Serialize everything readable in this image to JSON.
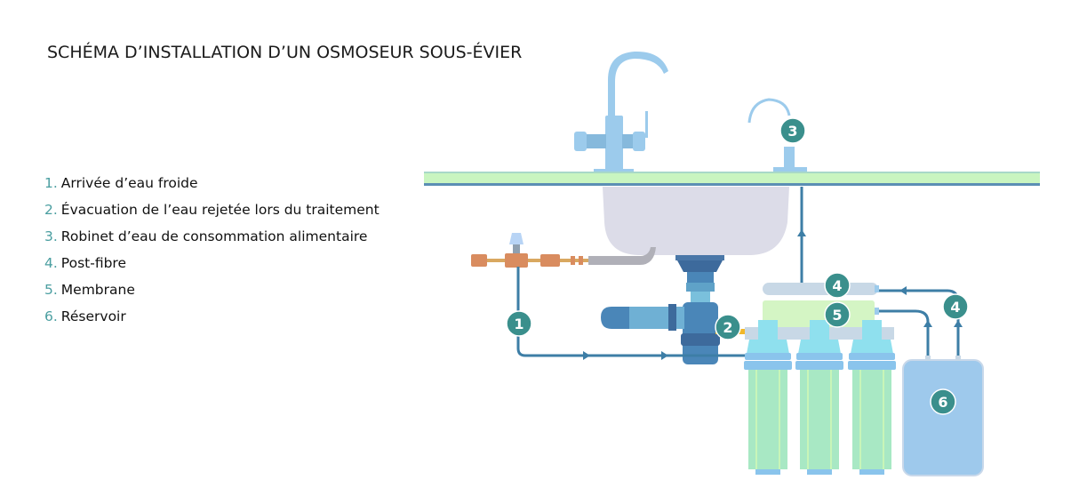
{
  "title": "SCHÉMA D’INSTALLATION D’UN OSMOSEUR SOUS-ÉVIER",
  "legend": [
    {
      "num": "1.",
      "label": "Arrivée d’eau froide"
    },
    {
      "num": "2.",
      "label": "Évacuation de l’eau rejetée lors du traitement"
    },
    {
      "num": "3.",
      "label": "Robinet d’eau de consommation alimentaire"
    },
    {
      "num": "4.",
      "label": "Post-fibre"
    },
    {
      "num": "5.",
      "label": "Membrane"
    },
    {
      "num": "6.",
      "label": "Réservoir"
    }
  ],
  "badges": {
    "b1": "1",
    "b2": "2",
    "b3": "3",
    "b4a": "4",
    "b4b": "4",
    "b5": "5",
    "b6": "6"
  },
  "colors": {
    "accent": "#3a8f8c",
    "pipe": "#3d7ea6",
    "countertop": "#c9f5c0",
    "faucet": "#9ccbec",
    "sink": "#dcdce8",
    "filter_body": "#a8e8c4",
    "reservoir": "#9ec9ec"
  }
}
